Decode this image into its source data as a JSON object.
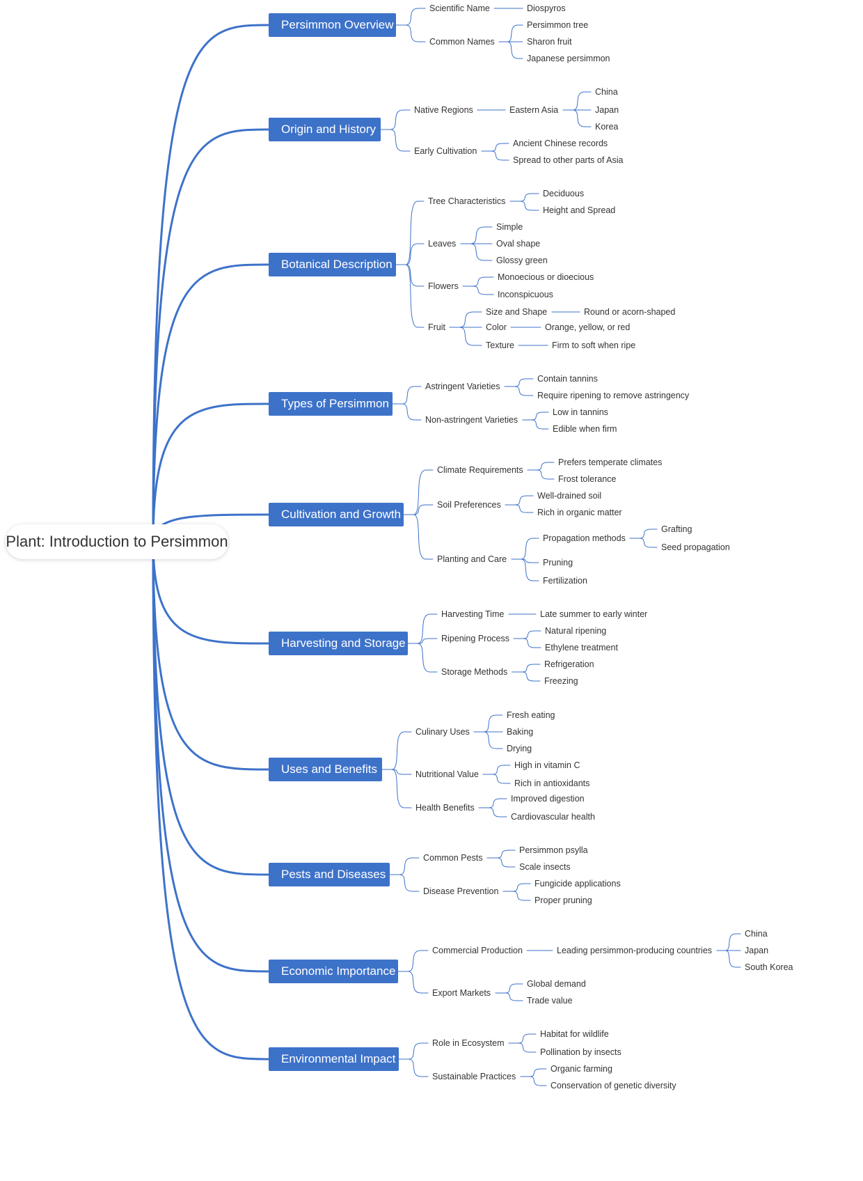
{
  "root": {
    "label": "Plant: Introduction to Persimmon"
  },
  "colors": {
    "main_fill": "#3d72c9",
    "main_text": "#ffffff",
    "edge": "#3d72c9",
    "leaf_text": "#333333"
  },
  "branches": [
    {
      "label": "Persimmon Overview",
      "children": [
        {
          "label": "Scientific Name",
          "children": [
            {
              "label": "Diospyros"
            }
          ]
        },
        {
          "label": "Common Names",
          "children": [
            {
              "label": "Persimmon tree"
            },
            {
              "label": "Sharon fruit"
            },
            {
              "label": "Japanese persimmon"
            }
          ]
        }
      ]
    },
    {
      "label": "Origin and History",
      "children": [
        {
          "label": "Native Regions",
          "children": [
            {
              "label": "Eastern Asia",
              "children": [
                {
                  "label": "China"
                },
                {
                  "label": "Japan"
                },
                {
                  "label": "Korea"
                }
              ]
            }
          ]
        },
        {
          "label": "Early Cultivation",
          "children": [
            {
              "label": "Ancient Chinese records"
            },
            {
              "label": "Spread to other parts of Asia"
            }
          ]
        }
      ]
    },
    {
      "label": "Botanical Description",
      "children": [
        {
          "label": "Tree Characteristics",
          "children": [
            {
              "label": "Deciduous"
            },
            {
              "label": "Height and Spread"
            }
          ]
        },
        {
          "label": "Leaves",
          "children": [
            {
              "label": "Simple"
            },
            {
              "label": "Oval shape"
            },
            {
              "label": "Glossy green"
            }
          ]
        },
        {
          "label": "Flowers",
          "children": [
            {
              "label": "Monoecious or dioecious"
            },
            {
              "label": "Inconspicuous"
            }
          ]
        },
        {
          "label": "Fruit",
          "children": [
            {
              "label": "Size and Shape",
              "children": [
                {
                  "label": "Round or acorn-shaped"
                }
              ]
            },
            {
              "label": "Color",
              "children": [
                {
                  "label": "Orange, yellow, or red"
                }
              ]
            },
            {
              "label": "Texture",
              "children": [
                {
                  "label": "Firm to soft when ripe"
                }
              ]
            }
          ]
        }
      ]
    },
    {
      "label": "Types of Persimmon",
      "children": [
        {
          "label": "Astringent Varieties",
          "children": [
            {
              "label": "Contain tannins"
            },
            {
              "label": "Require ripening to remove astringency"
            }
          ]
        },
        {
          "label": "Non-astringent Varieties",
          "children": [
            {
              "label": "Low in tannins"
            },
            {
              "label": "Edible when firm"
            }
          ]
        }
      ]
    },
    {
      "label": "Cultivation and Growth",
      "children": [
        {
          "label": "Climate Requirements",
          "children": [
            {
              "label": "Prefers temperate climates"
            },
            {
              "label": "Frost tolerance"
            }
          ]
        },
        {
          "label": "Soil Preferences",
          "children": [
            {
              "label": "Well-drained soil"
            },
            {
              "label": "Rich in organic matter"
            }
          ]
        },
        {
          "label": "Planting and Care",
          "children": [
            {
              "label": "Propagation methods",
              "children": [
                {
                  "label": "Grafting"
                },
                {
                  "label": "Seed propagation"
                }
              ]
            },
            {
              "label": "Pruning"
            },
            {
              "label": "Fertilization"
            }
          ]
        }
      ]
    },
    {
      "label": "Harvesting and Storage",
      "children": [
        {
          "label": "Harvesting Time",
          "children": [
            {
              "label": "Late summer to early winter"
            }
          ]
        },
        {
          "label": "Ripening Process",
          "children": [
            {
              "label": "Natural ripening"
            },
            {
              "label": "Ethylene treatment"
            }
          ]
        },
        {
          "label": "Storage Methods",
          "children": [
            {
              "label": "Refrigeration"
            },
            {
              "label": "Freezing"
            }
          ]
        }
      ]
    },
    {
      "label": "Uses and Benefits",
      "children": [
        {
          "label": "Culinary Uses",
          "children": [
            {
              "label": "Fresh eating"
            },
            {
              "label": "Baking"
            },
            {
              "label": "Drying"
            }
          ]
        },
        {
          "label": "Nutritional Value",
          "children": [
            {
              "label": "High in vitamin C"
            },
            {
              "label": "Rich in antioxidants"
            }
          ]
        },
        {
          "label": "Health Benefits",
          "children": [
            {
              "label": "Improved digestion"
            },
            {
              "label": "Cardiovascular health"
            }
          ]
        }
      ]
    },
    {
      "label": "Pests and Diseases",
      "children": [
        {
          "label": "Common Pests",
          "children": [
            {
              "label": "Persimmon psylla"
            },
            {
              "label": "Scale insects"
            }
          ]
        },
        {
          "label": "Disease Prevention",
          "children": [
            {
              "label": "Fungicide applications"
            },
            {
              "label": "Proper pruning"
            }
          ]
        }
      ]
    },
    {
      "label": "Economic Importance",
      "children": [
        {
          "label": "Commercial Production",
          "children": [
            {
              "label": "Leading persimmon-producing countries",
              "children": [
                {
                  "label": "China"
                },
                {
                  "label": "Japan"
                },
                {
                  "label": "South Korea"
                }
              ]
            }
          ]
        },
        {
          "label": "Export Markets",
          "children": [
            {
              "label": "Global demand"
            },
            {
              "label": "Trade value"
            }
          ]
        }
      ]
    },
    {
      "label": "Environmental Impact",
      "children": [
        {
          "label": "Role in Ecosystem",
          "children": [
            {
              "label": "Habitat for wildlife"
            },
            {
              "label": "Pollination by insects"
            }
          ]
        },
        {
          "label": "Sustainable Practices",
          "children": [
            {
              "label": "Organic farming"
            },
            {
              "label": "Conservation of genetic diversity"
            }
          ]
        }
      ]
    }
  ]
}
